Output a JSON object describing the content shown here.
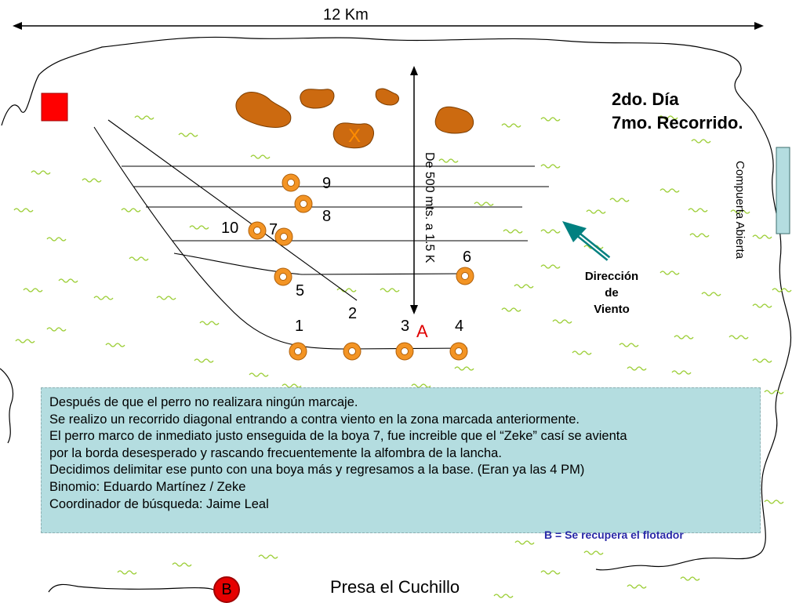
{
  "scale_label": "12 Km",
  "title": {
    "line1": "2do. Día",
    "line2": "7mo. Recorrido."
  },
  "gate_label": "Compuerta Abierta",
  "distance_label": "De 500 mts. a 1.5 K",
  "wind": {
    "line1": "Dirección",
    "line2": "de",
    "line3": "Viento",
    "arrow_color": "#008080"
  },
  "markers": {
    "x": "X",
    "a": "A",
    "b": "B"
  },
  "buoys": {
    "labels": [
      "1",
      "2",
      "3",
      "4",
      "5",
      "6",
      "7",
      "8",
      "9",
      "10"
    ],
    "color": "#f39424"
  },
  "note": {
    "lines": [
      "Después de que el perro no realizara ningún marcaje.",
      "Se realizo un recorrido diagonal entrando a contra viento en la zona marcada anteriormente.",
      "El perro marco de inmediato justo enseguida de la boya 7, fue increible que el “Zeke” casí se avienta",
      "por la borda desesperado y rascando frecuentemente la alfombra de la lancha.",
      "Decidimos delimitar ese punto con una boya más y regresamos a la base. (Eran ya las 4 PM)",
      "Binomio: Eduardo Martínez / Zeke",
      "Coordinador de búsqueda: Jaime Leal"
    ],
    "background": "#b4dde0"
  },
  "recover_note": "B = Se recupera el flotador",
  "dam_name": "Presa el Cuchillo",
  "colors": {
    "rocks": "#cc6a10",
    "grass": "#9acd32",
    "start_square": "#ff0000",
    "gate": "#b4dde0"
  }
}
